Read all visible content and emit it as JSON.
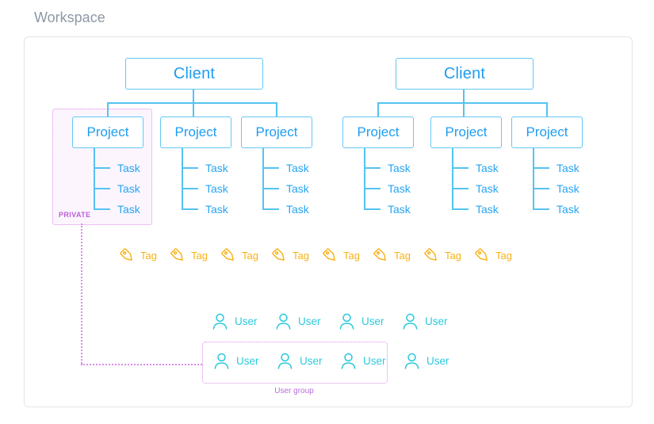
{
  "page": {
    "title": "Workspace"
  },
  "diagram": {
    "clusters": [
      {
        "client": "Client",
        "projects": [
          {
            "label": "Project",
            "private": true,
            "tasks": [
              "Task",
              "Task",
              "Task"
            ]
          },
          {
            "label": "Project",
            "private": false,
            "tasks": [
              "Task",
              "Task",
              "Task"
            ]
          },
          {
            "label": "Project",
            "private": false,
            "tasks": [
              "Task",
              "Task",
              "Task"
            ]
          }
        ]
      },
      {
        "client": "Client",
        "projects": [
          {
            "label": "Project",
            "private": false,
            "tasks": [
              "Task",
              "Task",
              "Task"
            ]
          },
          {
            "label": "Project",
            "private": false,
            "tasks": [
              "Task",
              "Task",
              "Task"
            ]
          },
          {
            "label": "Project",
            "private": false,
            "tasks": [
              "Task",
              "Task",
              "Task"
            ]
          }
        ]
      }
    ],
    "private_label": "PRIVATE",
    "tags": [
      "Tag",
      "Tag",
      "Tag",
      "Tag",
      "Tag",
      "Tag",
      "Tag",
      "Tag"
    ],
    "users_row1": [
      "User",
      "User",
      "User",
      "User"
    ],
    "users_row2": [
      "User",
      "User",
      "User",
      "User"
    ],
    "user_group_label": "User group"
  },
  "colors": {
    "blue_text": "#1e9df0",
    "blue_line": "#55c3f1",
    "blue_border": "#63c8f3",
    "amber": "#f8b218",
    "cyan": "#2dcadd",
    "purple": "#bb5fd6",
    "purple_dotted": "#dc8ce9",
    "frame_border": "#e1e5e9",
    "title_gray": "#8d98a4"
  }
}
